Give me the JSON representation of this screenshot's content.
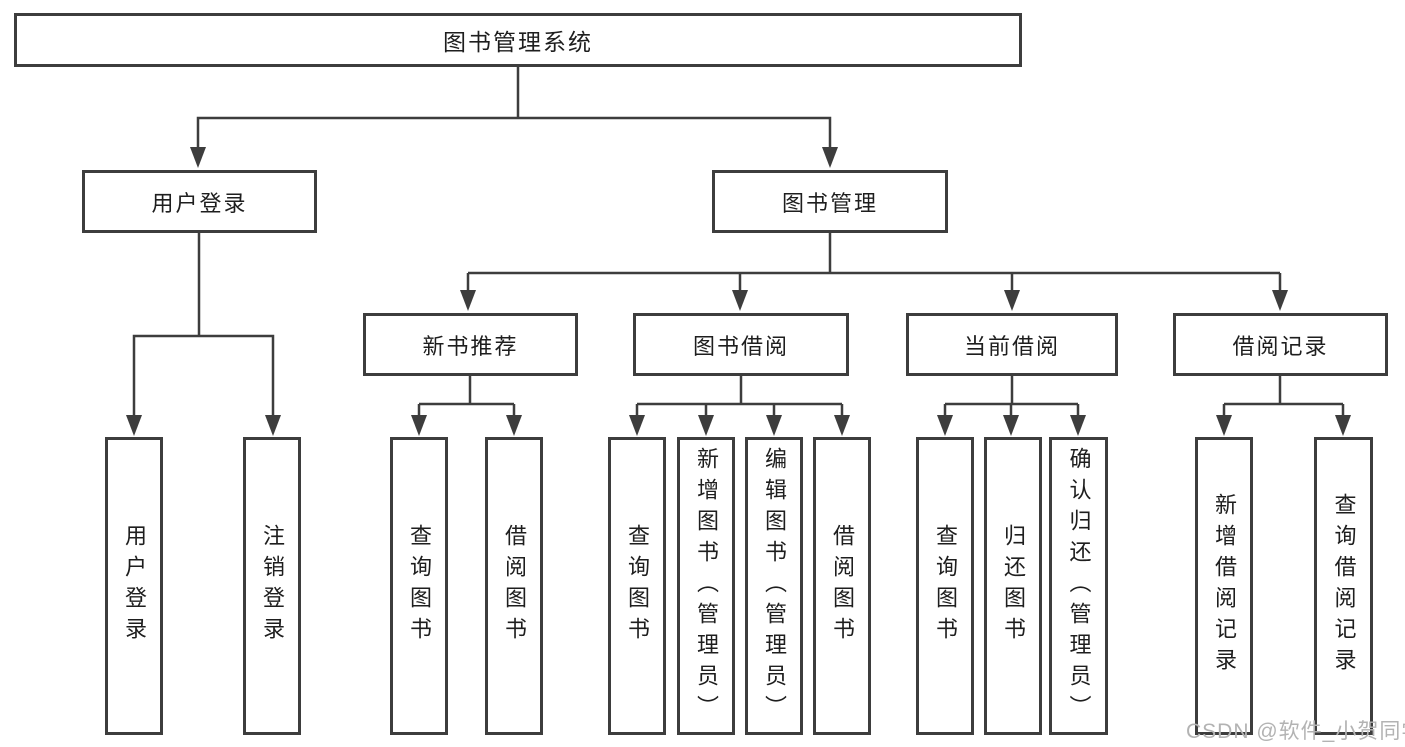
{
  "diagram_title": "图书管理系统",
  "colors": {
    "line": "#3d3d3d",
    "text": "#1e1e1e",
    "watermark": "#b3b3b3",
    "background": "#ffffff"
  },
  "nodes": {
    "root": "图书管理系统",
    "userLogin": "用户登录",
    "bookManagement": "图书管理",
    "newBookRecommend": "新书推荐",
    "bookBorrowing": "图书借阅",
    "currentBorrowing": "当前借阅",
    "borrowingRecords": "借阅记录",
    "leafUserLogin": "用户登录",
    "leafLogout": "注销登录",
    "leafQueryBookA": "查询图书",
    "leafBorrowBookA": "借阅图书",
    "leafQueryBookB": "查询图书",
    "leafAddBook": "新增图书（管理员）",
    "leafEditBook": "编辑图书（管理员）",
    "leafBorrowBookB": "借阅图书",
    "leafQueryBookC": "查询图书",
    "leafReturnBook": "归还图书",
    "leafConfirmReturn": "确认归还（管理员）",
    "leafAddRecord": "新增借阅记录",
    "leafQueryRecord": "查询借阅记录"
  },
  "watermark": "CSDN @软件_小贺同学"
}
